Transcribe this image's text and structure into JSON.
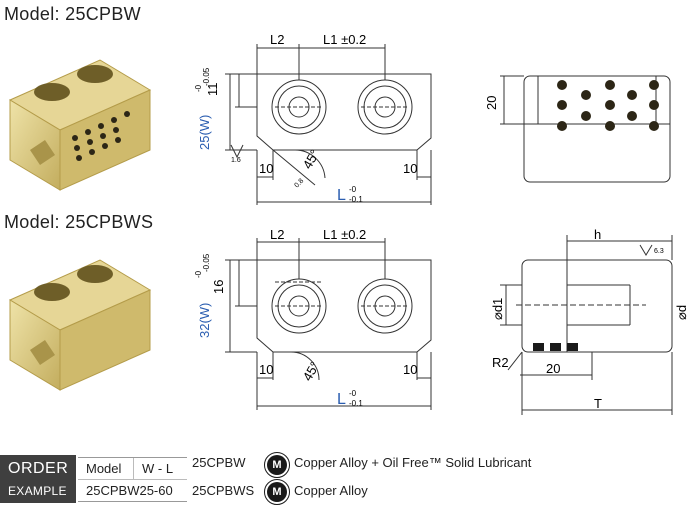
{
  "model1": {
    "title": "Model: 25CPBW",
    "front": {
      "L2": "L2",
      "L1": "L1 ±0.2",
      "H": "11",
      "W": "25(W)",
      "W_tol_top": "-0",
      "W_tol_bot": "-0.05",
      "left": "10",
      "right": "10",
      "angle": "45°",
      "L": "L",
      "L_tol_top": "-0",
      "L_tol_bot": "-0.1",
      "roughness": "1.6",
      "chamfer": "0.8"
    },
    "side": {
      "height": "20"
    }
  },
  "model2": {
    "title": "Model: 25CPBWS",
    "front": {
      "L2": "L2",
      "L1": "L1 ±0.2",
      "H": "16",
      "W": "32(W)",
      "W_tol_top": "-0",
      "W_tol_bot": "-0.05",
      "left": "10",
      "right": "10",
      "angle": "45°",
      "L": "L",
      "L_tol_top": "-0",
      "L_tol_bot": "-0.1"
    },
    "side": {
      "h": "h",
      "roughness": "6.3",
      "d1": "⌀d1",
      "d": "⌀d",
      "R": "R2",
      "dim20": "20",
      "T": "T"
    }
  },
  "order": {
    "label_line1": "ORDER",
    "label_line2": "EXAMPLE",
    "col_model": "Model",
    "col_wl": "W - L",
    "example": "25CPBW25-60",
    "items": [
      {
        "code": "25CPBW",
        "badge": "M",
        "description": "Copper Alloy + Oil Free™ Solid Lubricant"
      },
      {
        "code": "25CPBWS",
        "badge": "M",
        "description": "Copper Alloy"
      }
    ]
  },
  "colors": {
    "brass": "#d4c27a",
    "dim_blue": "#2a5db0",
    "line": "#333333"
  }
}
